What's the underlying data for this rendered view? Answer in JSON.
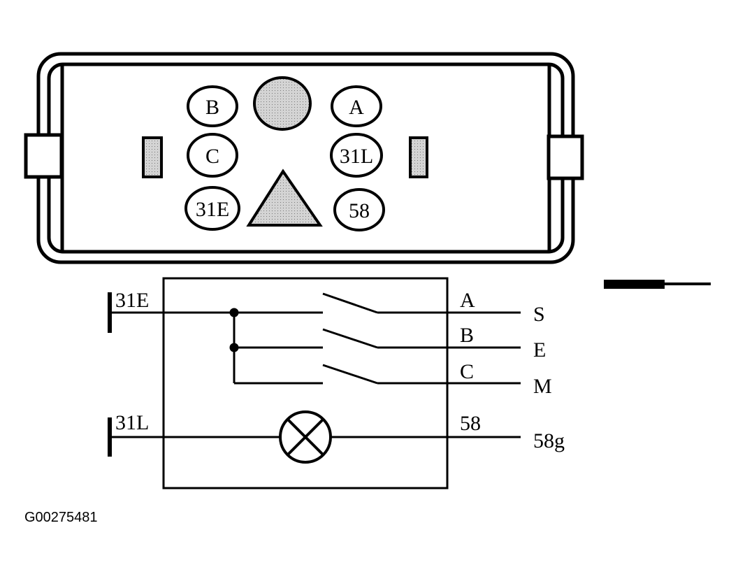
{
  "connector": {
    "pins": {
      "b": "B",
      "c": "C",
      "e31": "31E",
      "a": "A",
      "l31": "31L",
      "p58": "58"
    }
  },
  "schematic": {
    "ground_left_top": "31E",
    "ground_left_bottom": "31L",
    "terminals_inner": [
      "A",
      "B",
      "C",
      "58"
    ],
    "terminals_outer": [
      "S",
      "E",
      "M",
      "58g"
    ]
  },
  "caption": "G00275481",
  "colors": {
    "line": "#000000",
    "fill_shade": "#c8c8c8",
    "background": "#ffffff"
  }
}
